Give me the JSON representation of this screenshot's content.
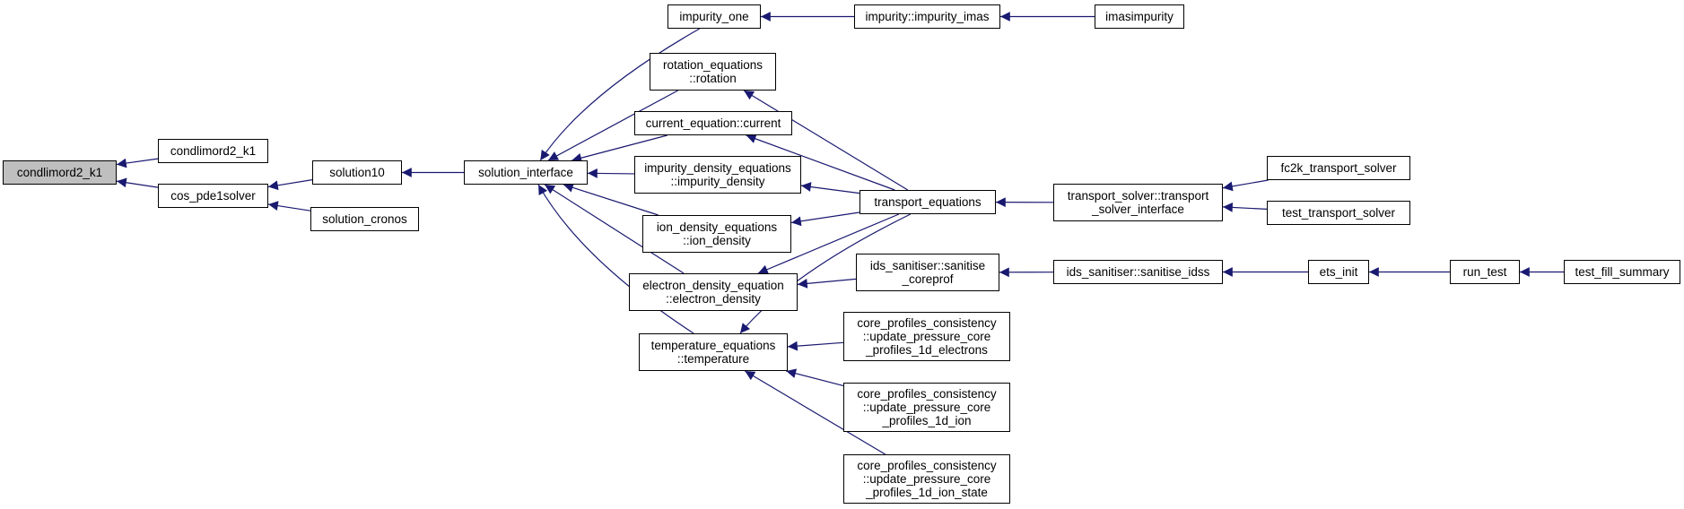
{
  "graph": {
    "colors": {
      "edge": "#191970",
      "root_fill": "#bfbfbf",
      "node_fill": "#ffffff",
      "border": "#000000"
    },
    "nodes": {
      "condlimord2_k1_root": [
        "condlimord2_k1"
      ],
      "condlimord2_k1": [
        "condlimord2_k1"
      ],
      "cos_pde1solver": [
        "cos_pde1solver"
      ],
      "solution10": [
        "solution10"
      ],
      "solution_cronos": [
        "solution_cronos"
      ],
      "solution_interface": [
        "solution_interface"
      ],
      "impurity_one": [
        "impurity_one"
      ],
      "rotation": [
        "rotation_equations",
        "::rotation"
      ],
      "current": [
        "current_equation::current"
      ],
      "impurity_density": [
        "impurity_density_equations",
        "::impurity_density"
      ],
      "ion_density": [
        "ion_density_equations",
        "::ion_density"
      ],
      "electron_density": [
        "electron_density_equation",
        "::electron_density"
      ],
      "temperature": [
        "temperature_equations",
        "::temperature"
      ],
      "impurity_imas": [
        "impurity::impurity_imas"
      ],
      "imasimpurity": [
        "imasimpurity"
      ],
      "transport_equations": [
        "transport_equations"
      ],
      "sanitise_coreprof": [
        "ids_sanitiser::sanitise",
        "_coreprof"
      ],
      "cpc_electrons": [
        "core_profiles_consistency",
        "::update_pressure_core",
        "_profiles_1d_electrons"
      ],
      "cpc_ion": [
        "core_profiles_consistency",
        "::update_pressure_core",
        "_profiles_1d_ion"
      ],
      "cpc_ion_state": [
        "core_profiles_consistency",
        "::update_pressure_core",
        "_profiles_1d_ion_state"
      ],
      "transport_solver_interface": [
        "transport_solver::transport",
        "_solver_interface"
      ],
      "fc2k_transport_solver": [
        "fc2k_transport_solver"
      ],
      "test_transport_solver": [
        "test_transport_solver"
      ],
      "sanitise_idss": [
        "ids_sanitiser::sanitise_idss"
      ],
      "ets_init": [
        "ets_init"
      ],
      "run_test": [
        "run_test"
      ],
      "test_fill_summary": [
        "test_fill_summary"
      ]
    }
  }
}
